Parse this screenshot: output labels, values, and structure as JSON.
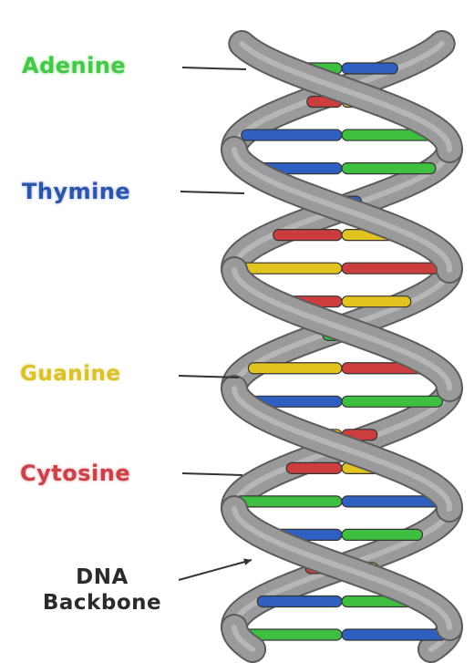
{
  "labels": {
    "adenine": "Adenine",
    "thymine": "Thymine",
    "guanine": "Guanine",
    "cytosine": "Cytosine",
    "backbone_line1": "DNA",
    "backbone_line2": "Backbone"
  },
  "colors": {
    "adenine": "#3fbf3f",
    "thymine": "#2f5fc0",
    "guanine": "#e3c320",
    "cytosine": "#cc3d3d",
    "backbone": "#9a9a9a",
    "backbone_edge": "#5c5c5c",
    "adenine_text": "#48c64a",
    "thymine_text": "#2e56a8",
    "guanine_text": "#d9c22e",
    "cytosine_text": "#c9424a",
    "backbone_text": "#2b2b2b",
    "pointer": "#333333"
  },
  "base_pairs": [
    [
      "adenine",
      "thymine"
    ],
    [
      "cytosine",
      "guanine"
    ],
    [
      "thymine",
      "adenine"
    ],
    [
      "thymine",
      "adenine"
    ],
    [
      "adenine",
      "thymine"
    ],
    [
      "cytosine",
      "guanine"
    ],
    [
      "guanine",
      "cytosine"
    ],
    [
      "cytosine",
      "guanine"
    ],
    [
      "adenine",
      "thymine"
    ],
    [
      "guanine",
      "cytosine"
    ],
    [
      "thymine",
      "adenine"
    ],
    [
      "guanine",
      "cytosine"
    ],
    [
      "cytosine",
      "guanine"
    ],
    [
      "adenine",
      "thymine"
    ],
    [
      "thymine",
      "adenine"
    ],
    [
      "cytosine",
      "guanine"
    ],
    [
      "thymine",
      "adenine"
    ],
    [
      "adenine",
      "thymine"
    ]
  ]
}
